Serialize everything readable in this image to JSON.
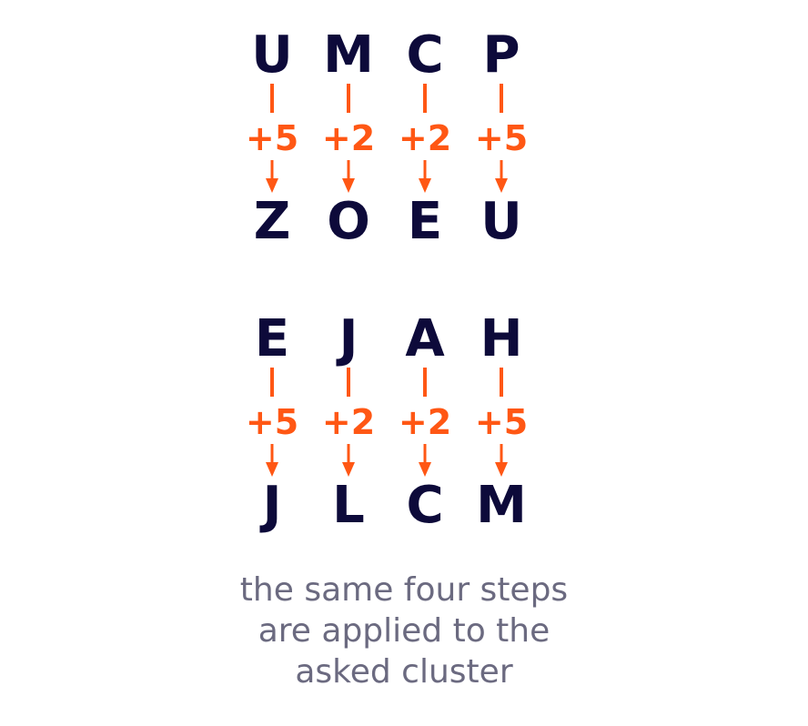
{
  "colors": {
    "letter": "#0d0a3a",
    "step": "#ff5714",
    "caption": "#6b6a80",
    "background": "#ffffff"
  },
  "examples": [
    {
      "columns": [
        {
          "from": "U",
          "step": "+5",
          "to": "Z"
        },
        {
          "from": "M",
          "step": "+2",
          "to": "O"
        },
        {
          "from": "C",
          "step": "+2",
          "to": "E"
        },
        {
          "from": "P",
          "step": "+5",
          "to": "U"
        }
      ]
    },
    {
      "columns": [
        {
          "from": "E",
          "step": "+5",
          "to": "J"
        },
        {
          "from": "J",
          "step": "+2",
          "to": "L"
        },
        {
          "from": "A",
          "step": "+2",
          "to": "C"
        },
        {
          "from": "H",
          "step": "+5",
          "to": "M"
        }
      ]
    }
  ],
  "caption": {
    "lines": [
      "the same four steps",
      "are applied to the",
      "asked cluster"
    ]
  }
}
